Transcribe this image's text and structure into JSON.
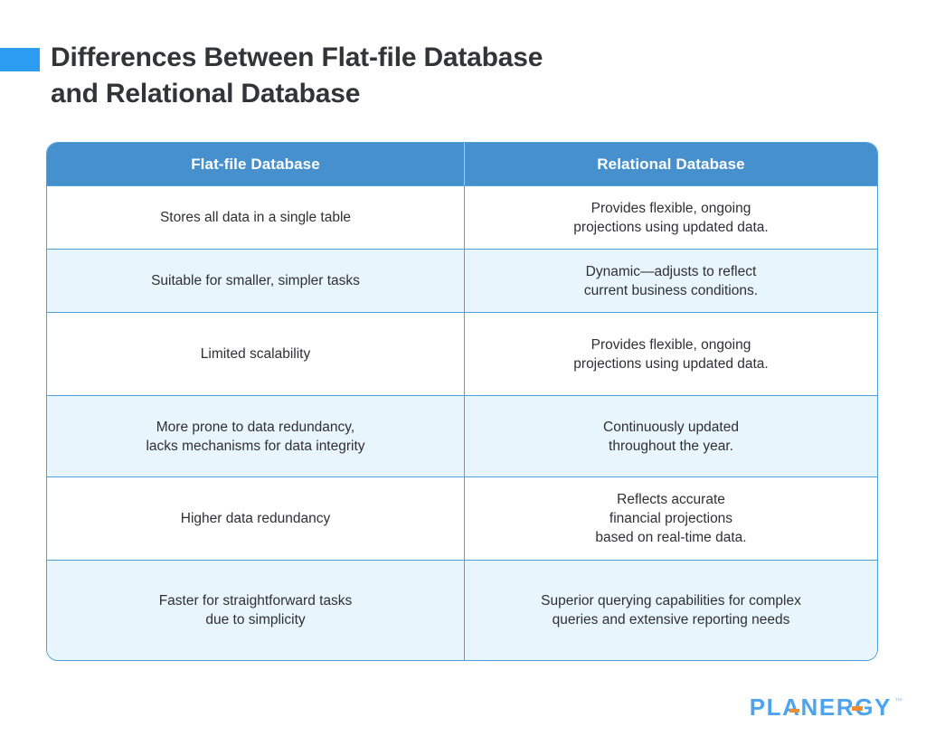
{
  "page": {
    "background_color": "#ffffff",
    "accent_color": "#2b9cf0"
  },
  "header": {
    "title": "Differences Between Flat-file Database\nand Relational Database",
    "accent_square_name": "blue-accent-square"
  },
  "table": {
    "border_color": "#4f9fdc",
    "header_background": "#4790ce",
    "header_text_color": "#ffffff",
    "shaded_row_background": "#e9f5fd",
    "plain_row_background": "#ffffff",
    "columns": [
      "Flat-file Database",
      "Relational Database"
    ],
    "rows": [
      {
        "flat_file": "Stores all data in a single table",
        "relational": "Provides flexible, ongoing\nprojections using updated data.",
        "shaded": false
      },
      {
        "flat_file": "Suitable for smaller, simpler tasks",
        "relational": "Dynamic—adjusts to reflect\ncurrent business conditions.",
        "shaded": true
      },
      {
        "flat_file": "Limited scalability",
        "relational": "Provides flexible, ongoing\nprojections using updated data.",
        "shaded": false
      },
      {
        "flat_file": "More prone to data redundancy,\nlacks mechanisms for data integrity",
        "relational": "Continuously updated\nthroughout the year.",
        "shaded": true
      },
      {
        "flat_file": "Higher data redundancy",
        "relational": "Reflects accurate\nfinancial projections\nbased on real-time data.",
        "shaded": false
      },
      {
        "flat_file": "Faster for straightforward tasks\ndue to simplicity",
        "relational": "Superior querying capabilities for complex\nqueries and extensive reporting needs",
        "shaded": true
      }
    ]
  },
  "footer": {
    "logo_text": "PLANERGY",
    "logo_trademark": "™",
    "logo_color": "#4da3ee",
    "logo_accent_color": "#f08c2e"
  }
}
